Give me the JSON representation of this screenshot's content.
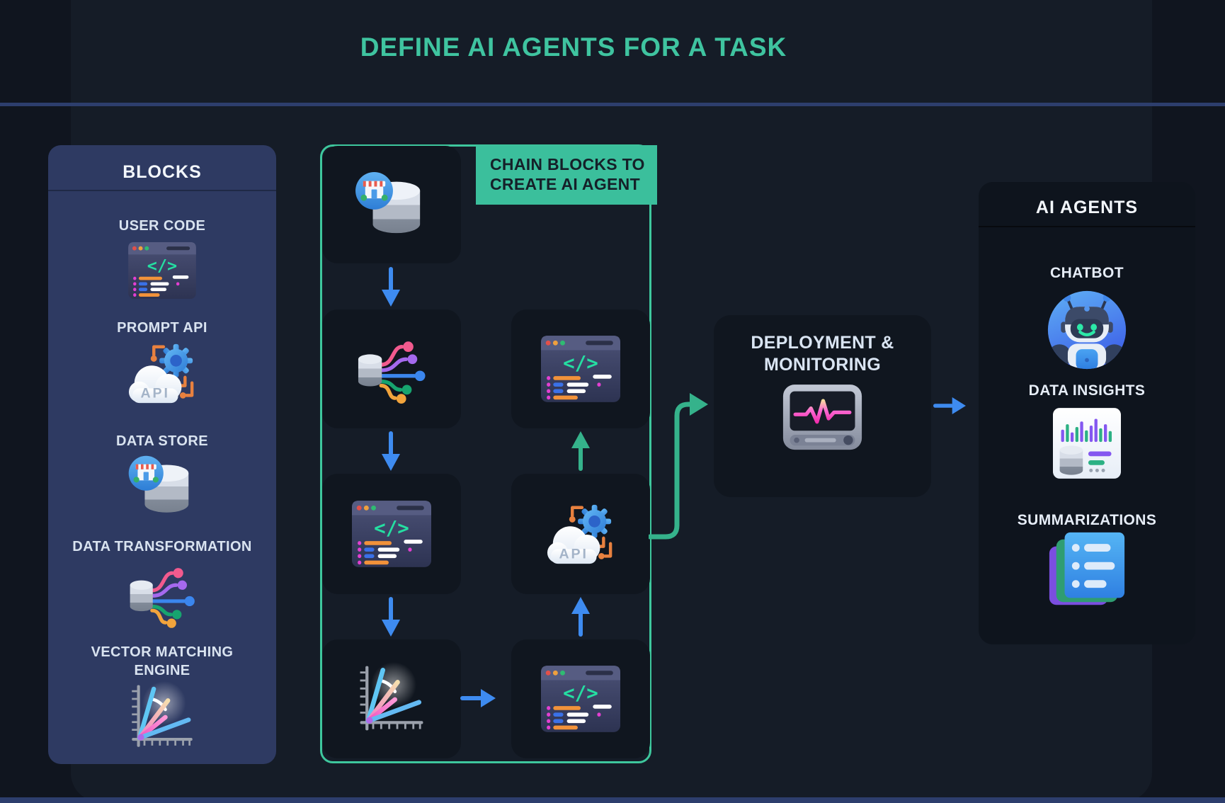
{
  "title": "DEFINE AI AGENTS FOR A TASK",
  "colors": {
    "background": "#151c27",
    "title_teal": "#3fc4a0",
    "divider_blue": "#2d3e6d",
    "blocks_panel_navy": "#2e3a62",
    "dark_box": "#10161f",
    "chain_border_green": "#3ec79d",
    "badge_green": "#3bbf9c",
    "arrow_blue": "#3e8bf0",
    "arrow_green": "#35b28b"
  },
  "blocks_panel": {
    "title": "BLOCKS",
    "items": [
      {
        "label": "USER CODE",
        "icon": "code-editor-icon"
      },
      {
        "label": "PROMPT API",
        "icon": "cloud-api-icon"
      },
      {
        "label": "DATA STORE",
        "icon": "database-store-icon"
      },
      {
        "label": "DATA TRANSFORMATION",
        "icon": "data-transformation-icon"
      },
      {
        "label": "VECTOR MATCHING ENGINE",
        "icon": "vector-chart-icon"
      }
    ]
  },
  "chain_panel": {
    "badge": "CHAIN BLOCKS TO CREATE AI AGENT",
    "left_column_top_to_bottom": [
      "DATA STORE",
      "DATA TRANSFORMATION",
      "USER CODE",
      "VECTOR MATCHING ENGINE"
    ],
    "right_column_top_to_bottom": [
      "USER CODE",
      "PROMPT API",
      "USER CODE"
    ]
  },
  "deployment": {
    "title_line1": "DEPLOYMENT &",
    "title_line2": "MONITORING",
    "icon": "monitor-pulse-icon"
  },
  "ai_agents_panel": {
    "title": "AI AGENTS",
    "items": [
      {
        "label": "CHATBOT",
        "icon": "robot-icon"
      },
      {
        "label": "DATA INSIGHTS",
        "icon": "insights-card-icon"
      },
      {
        "label": "SUMMARIZATIONS",
        "icon": "stacked-documents-icon"
      }
    ]
  }
}
